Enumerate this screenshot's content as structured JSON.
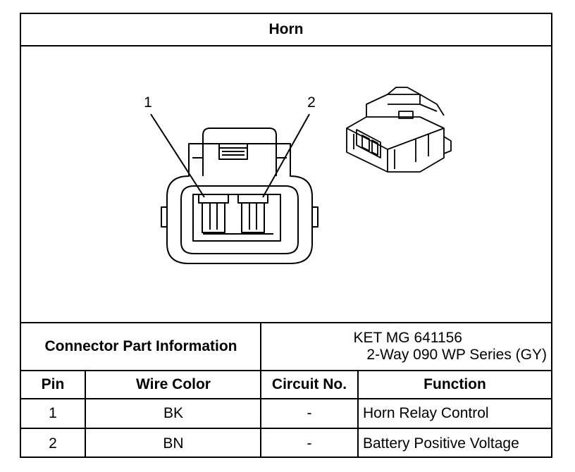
{
  "document": {
    "title": "Horn",
    "pin_callouts": [
      "1",
      "2"
    ],
    "connector_info": {
      "label": "Connector Part Information",
      "part_number": "KET MG 641156",
      "description": "2-Way 090 WP Series (GY)"
    },
    "table": {
      "headers": [
        "Pin",
        "Wire Color",
        "Circuit No.",
        "Function"
      ],
      "rows": [
        {
          "pin": "1",
          "wire_color": "BK",
          "circuit": "-",
          "function": "Horn Relay Control"
        },
        {
          "pin": "2",
          "wire_color": "BN",
          "circuit": "-",
          "function": "Battery Positive Voltage"
        }
      ]
    }
  }
}
